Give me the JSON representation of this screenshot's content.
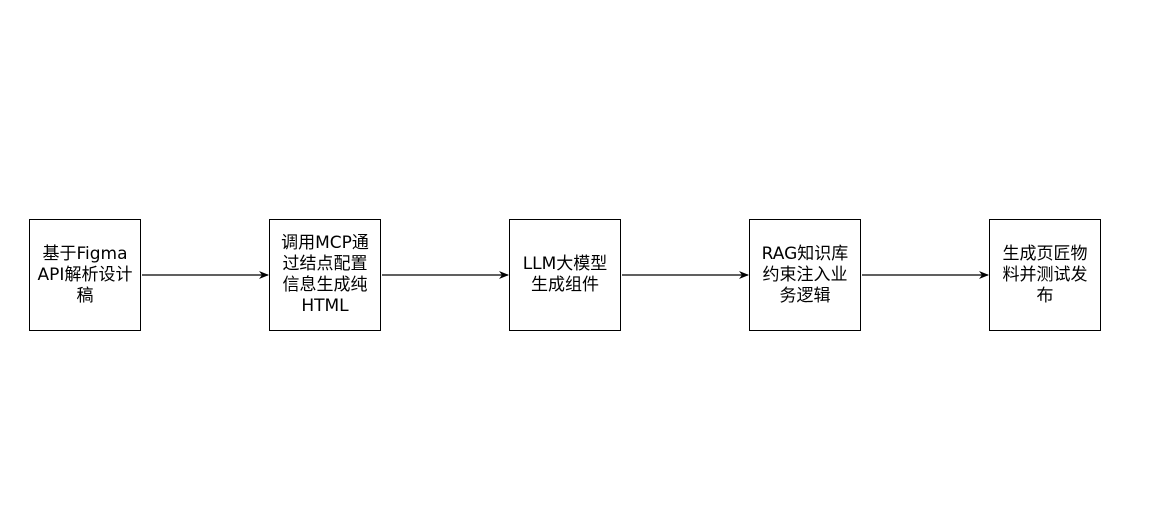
{
  "diagram": {
    "type": "flowchart",
    "direction": "left-to-right",
    "stroke_color": "#000000",
    "fill_color": "#ffffff",
    "nodes": [
      {
        "id": "node-0",
        "label": "基于Figma\nAPI解析设计\n稿"
      },
      {
        "id": "node-1",
        "label": "调用MCP通\n过结点配置\n信息生成纯\nHTML"
      },
      {
        "id": "node-2",
        "label": "LLM大模型\n生成组件"
      },
      {
        "id": "node-3",
        "label": "RAG知识库\n约束注入业\n务逻辑"
      },
      {
        "id": "node-4",
        "label": "生成页匠物\n料并测试发\n布"
      }
    ],
    "edges": [
      {
        "from": "node-0",
        "to": "node-1"
      },
      {
        "from": "node-1",
        "to": "node-2"
      },
      {
        "from": "node-2",
        "to": "node-3"
      },
      {
        "from": "node-3",
        "to": "node-4"
      }
    ]
  }
}
